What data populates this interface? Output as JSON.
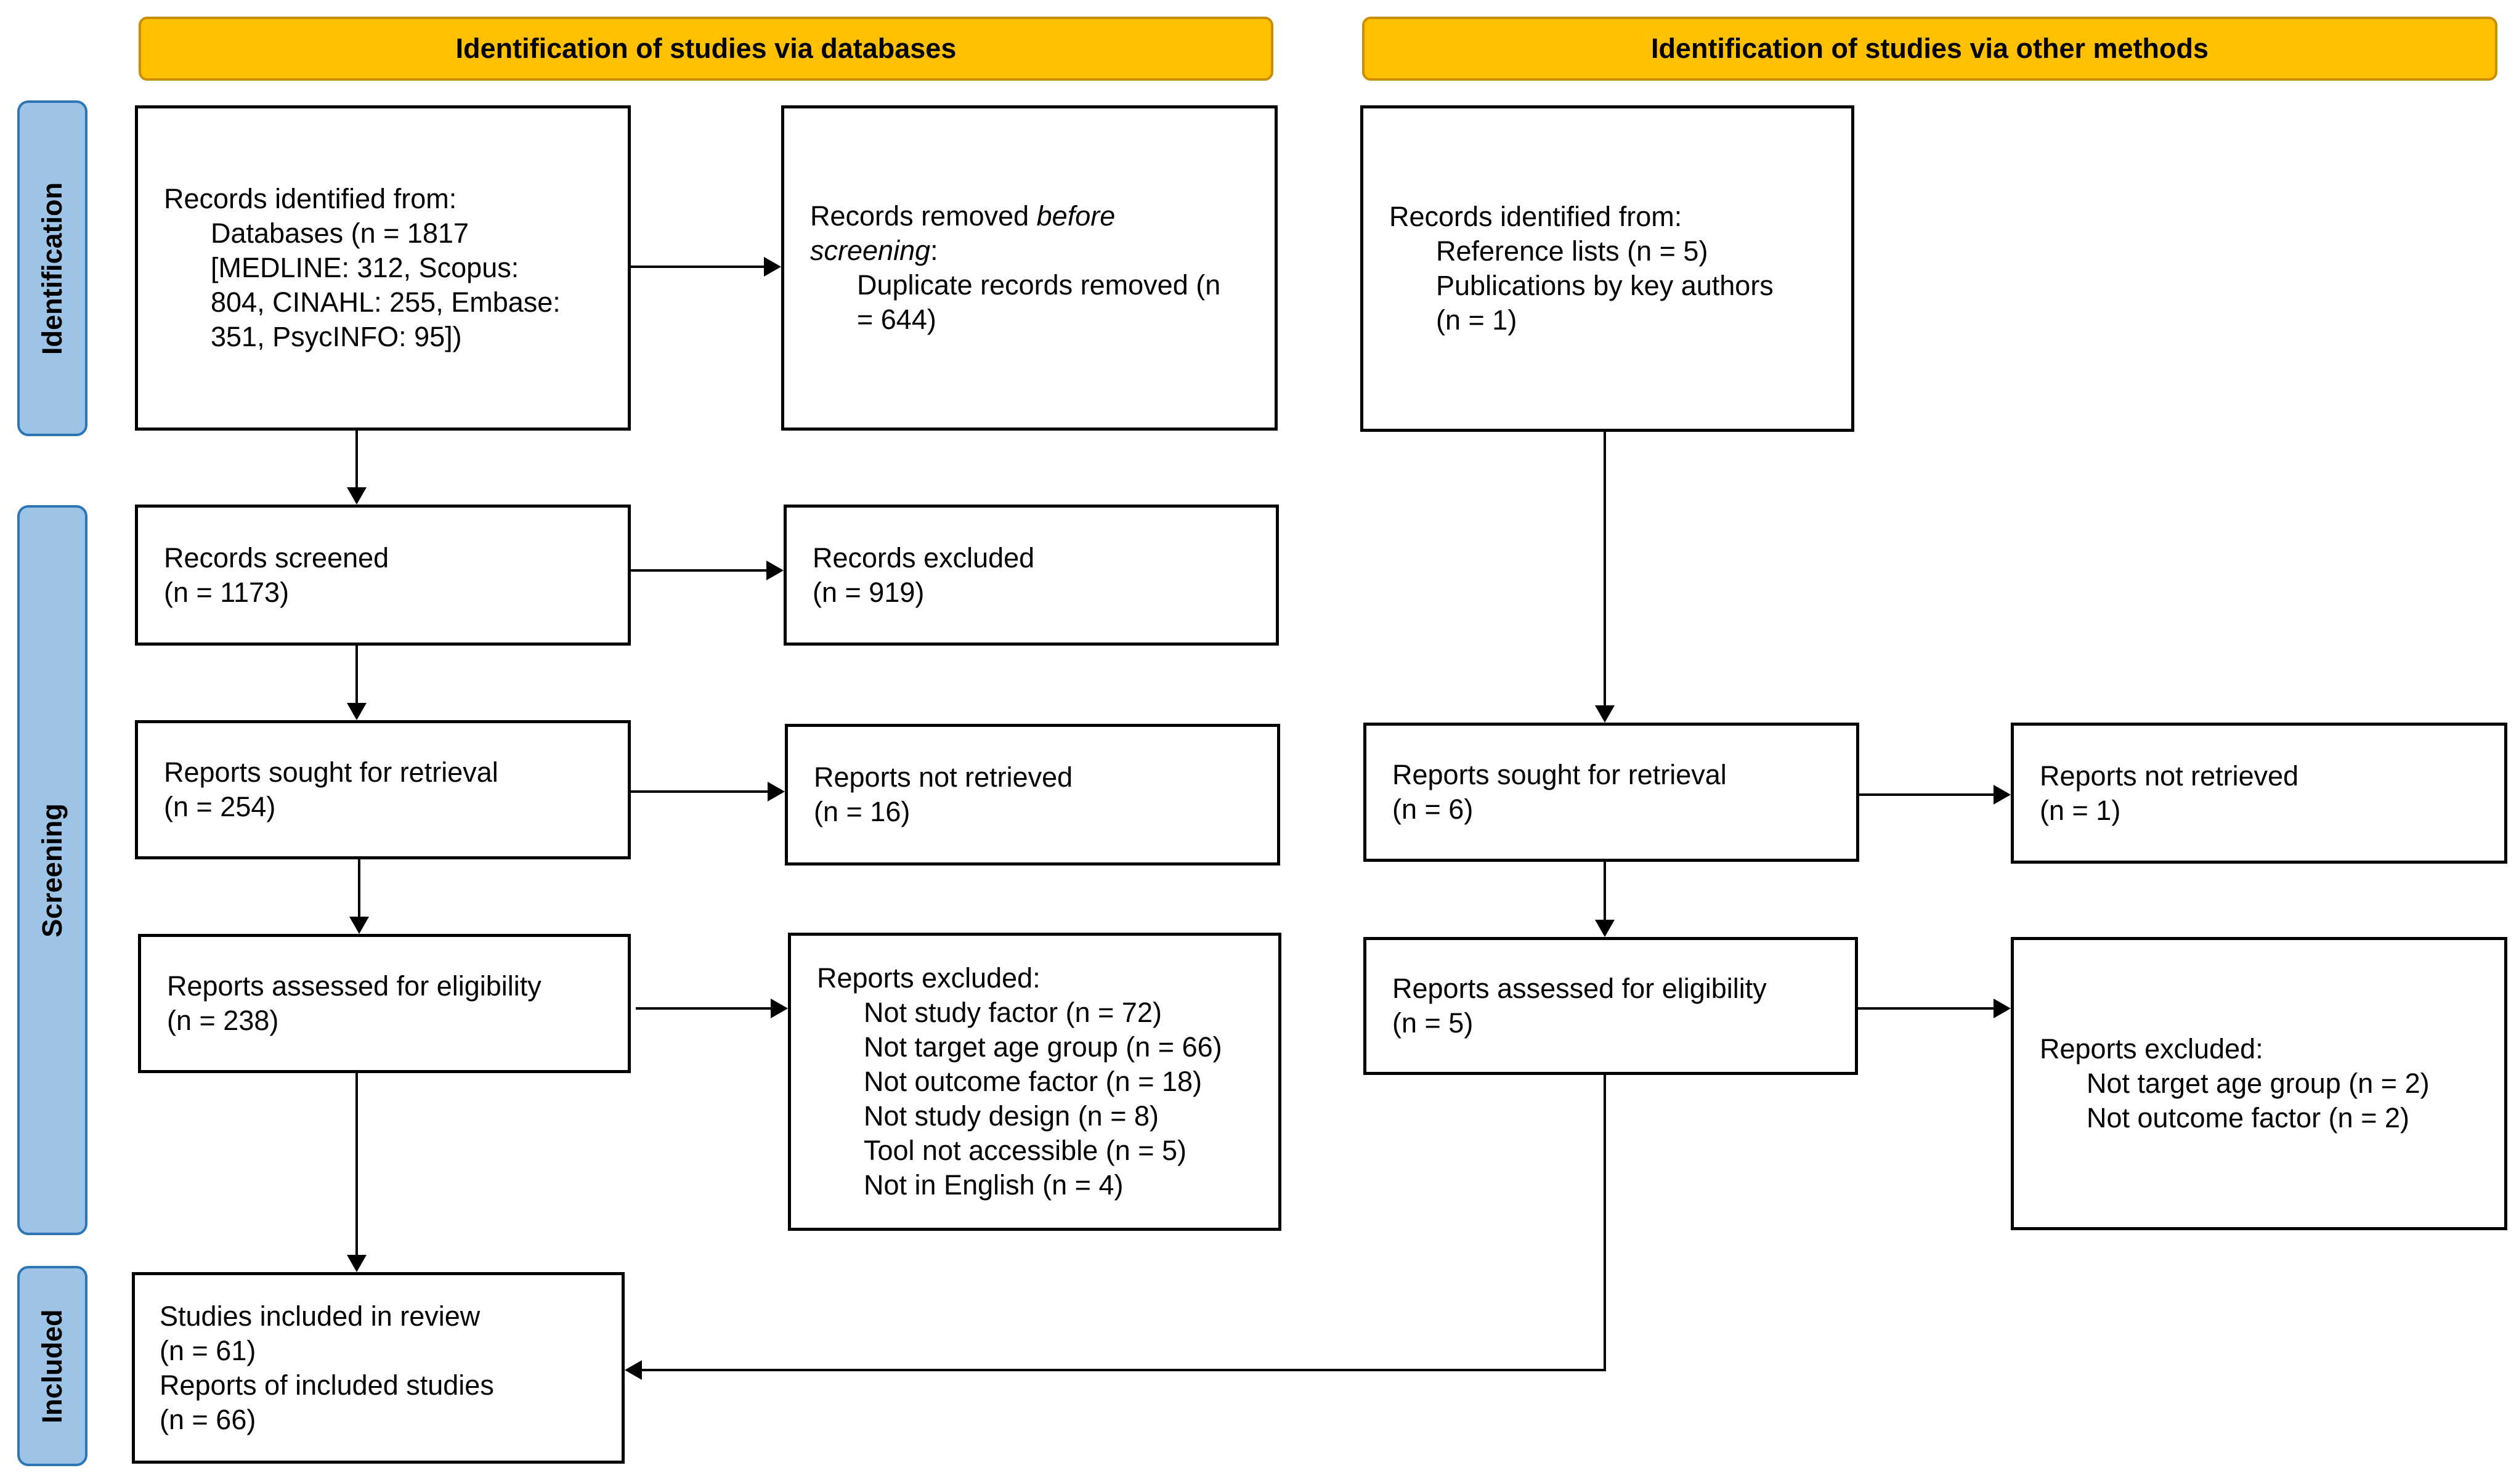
{
  "headers": {
    "databases": "Identification of studies via databases",
    "other": "Identification of studies via other methods"
  },
  "phases": {
    "identification": "Identification",
    "screening": "Screening",
    "included": "Included"
  },
  "db": {
    "identified": {
      "title": "Records identified from:",
      "line1": "Databases (n = 1817",
      "line2": "[MEDLINE: 312, Scopus:",
      "line3": "804, CINAHL: 255, Embase:",
      "line4": "351, PsycINFO: 95])"
    },
    "removed": {
      "title_pre": "Records removed ",
      "title_em": "before",
      "title_em2": "screening",
      "title_post": ":",
      "line1": "Duplicate records removed (n",
      "line2": "= 644)"
    },
    "screened": {
      "title": "Records screened",
      "count": "(n = 1173)"
    },
    "excluded": {
      "title": "Records excluded",
      "count": "(n = 919)"
    },
    "sought": {
      "title": "Reports sought for retrieval",
      "count": "(n = 254)"
    },
    "not_retrieved": {
      "title": "Reports not retrieved",
      "count": "(n = 16)"
    },
    "assessed": {
      "title": "Reports assessed for eligibility",
      "count": "(n = 238)"
    },
    "reports_excluded": {
      "title": "Reports excluded:",
      "reasons": [
        "Not study factor (n = 72)",
        "Not target age group (n = 66)",
        "Not outcome factor (n = 18)",
        "Not study design (n = 8)",
        "Tool not accessible (n = 5)",
        "Not in English (n = 4)"
      ]
    },
    "included": {
      "line1": "Studies included in review",
      "line2": "(n = 61)",
      "line3": "Reports of included studies",
      "line4": "(n = 66)"
    }
  },
  "other": {
    "identified": {
      "title": "Records identified from:",
      "line1": "Reference lists (n = 5)",
      "line2": "Publications by key authors",
      "line3": "(n = 1)"
    },
    "sought": {
      "title": "Reports sought for retrieval",
      "count": "(n = 6)"
    },
    "not_retrieved": {
      "title": "Reports not retrieved",
      "count": "(n = 1)"
    },
    "assessed": {
      "title": "Reports assessed for eligibility",
      "count": "(n = 5)"
    },
    "reports_excluded": {
      "title": "Reports excluded:",
      "reasons": [
        "Not target age group (n = 2)",
        "Not outcome factor (n = 2)"
      ]
    }
  },
  "colors": {
    "header_fill": "#ffc000",
    "phase_fill": "#9dc3e6",
    "phase_border": "#2e75b6"
  }
}
